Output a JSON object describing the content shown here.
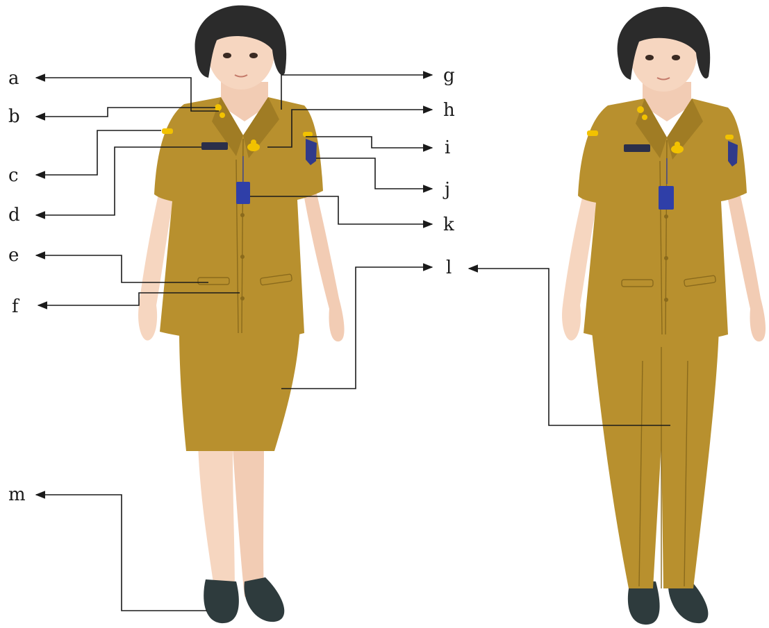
{
  "labels": {
    "a": "a",
    "b": "b",
    "c": "c",
    "d": "d",
    "e": "e",
    "f": "f",
    "g": "g",
    "h": "h",
    "i": "i",
    "j": "j",
    "k": "k",
    "l": "l",
    "m": "m"
  },
  "colors": {
    "uniform": "#b8902e",
    "uniform_shade": "#a07c24",
    "skin": "#f6d6c0",
    "skin_shade": "#eab89e",
    "hair": "#2b2b2b",
    "shoe": "#2e3b3d",
    "badge_gold": "#f2c200",
    "nametag": "#2b2f4a",
    "id_card": "#2f3fa8",
    "patch": "#303a8a",
    "line": "#1a1a1a"
  },
  "figures": [
    {
      "id": "female-uniform-skirt",
      "bottom": "skirt"
    },
    {
      "id": "female-uniform-trousers",
      "bottom": "trousers"
    }
  ]
}
